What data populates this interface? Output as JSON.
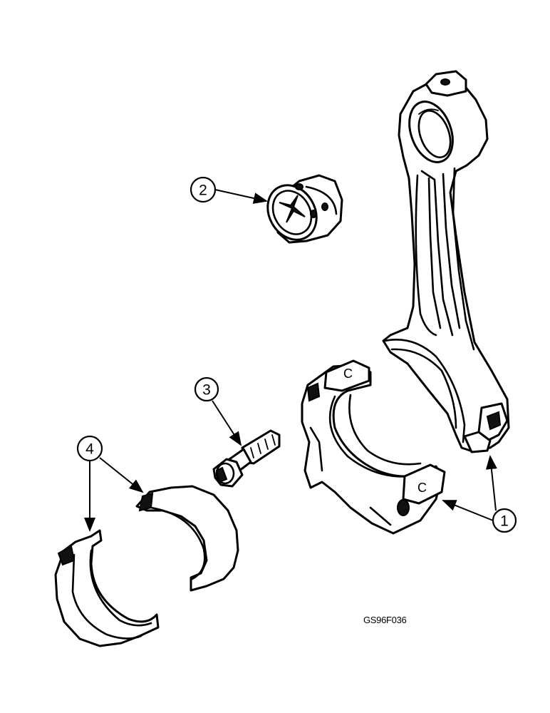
{
  "figure_code": "GS96F036",
  "callouts": [
    {
      "number": "1"
    },
    {
      "number": "2"
    },
    {
      "number": "3"
    },
    {
      "number": "4"
    }
  ]
}
